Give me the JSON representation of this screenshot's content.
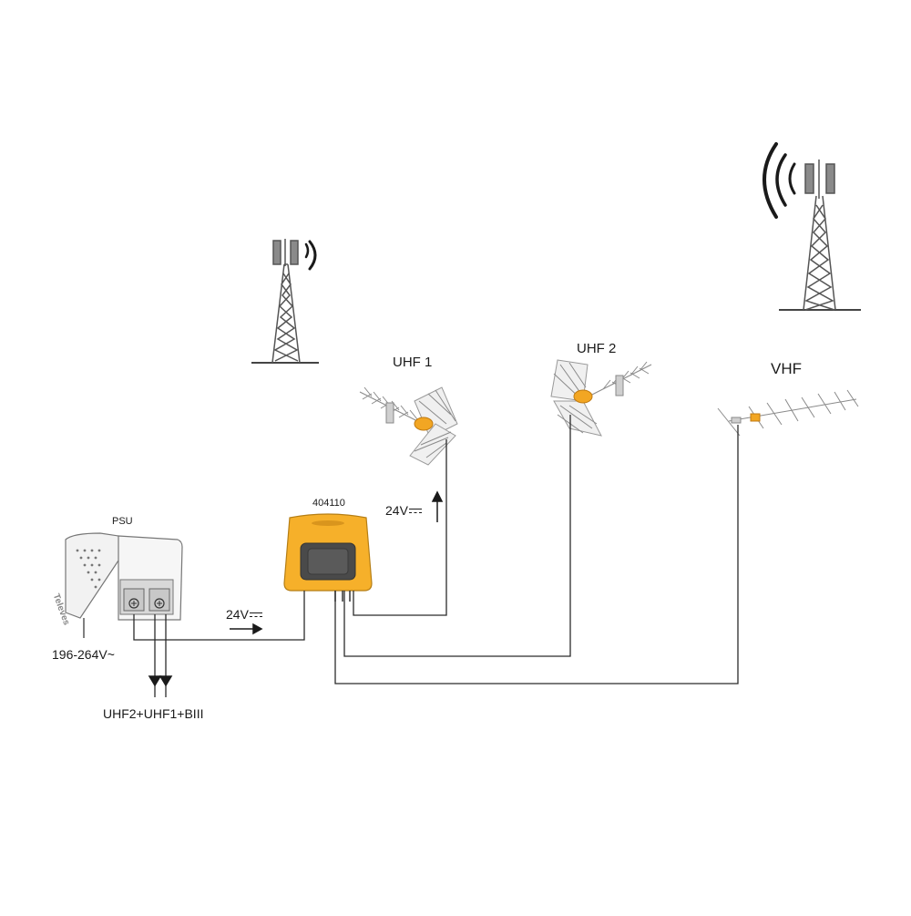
{
  "labels": {
    "uhf1": "UHF 1",
    "uhf2": "UHF 2",
    "vhf": "VHF",
    "amplifier_model": "404110",
    "psu": "PSU",
    "mains_voltage": "196-264V~",
    "dc_voltage_top": "24V",
    "dc_voltage_bottom": "24V",
    "output_signals": "UHF2+UHF1+BIII",
    "brand": "Televes"
  },
  "colors": {
    "line": "#2b2b2b",
    "amplifier_body": "#f6b02a",
    "amplifier_window": "#4a4a4a",
    "antenna_head": "#f2a623",
    "tower": "#6b6b6b",
    "psu_body": "#f2f2f2"
  },
  "icons": [
    "transmitter-tower-icon",
    "signal-waves-icon",
    "uhf-antenna-icon",
    "yagi-antenna-icon",
    "power-supply-icon",
    "amplifier-icon",
    "dc-arrow-icon"
  ]
}
